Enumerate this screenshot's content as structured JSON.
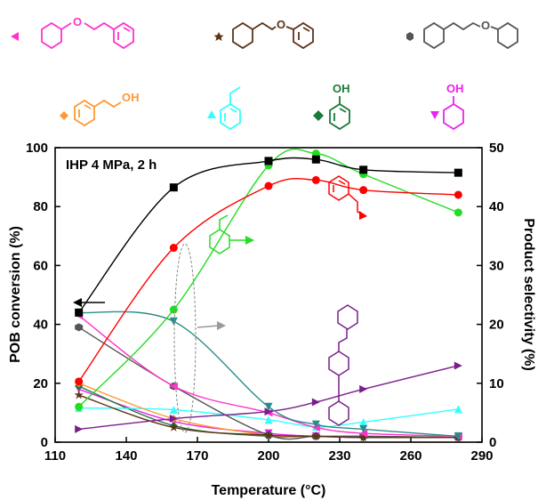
{
  "chart_data": {
    "type": "line",
    "annotation": "IHP 4 MPa, 2 h",
    "xlabel": "Temperature (°C)",
    "ylabel_left": "POB conversion (%)",
    "ylabel_right": "Product selectivity (%)",
    "xlim": [
      110,
      290
    ],
    "ylim_left": [
      0,
      100
    ],
    "ylim_right": [
      0,
      50
    ],
    "x_ticks": [
      110,
      140,
      170,
      200,
      230,
      260,
      290
    ],
    "y_ticks_left": [
      0,
      20,
      40,
      60,
      80,
      100
    ],
    "y_ticks_right": [
      0,
      10,
      20,
      30,
      40,
      50
    ],
    "grid": false,
    "legend_placement": "top",
    "series": [
      {
        "key": "conversion",
        "axis": "left",
        "color": "#000000",
        "marker": "square",
        "x": [
          120,
          160,
          200,
          220,
          240,
          280
        ],
        "y": [
          44,
          86.5,
          95.5,
          96,
          92.5,
          91.5
        ]
      },
      {
        "key": "cyclohexylethylbenzene",
        "axis": "right",
        "color": "#ff0000",
        "marker": "circle",
        "x": [
          120,
          160,
          200,
          220,
          240,
          280
        ],
        "y": [
          10.3,
          33,
          43.5,
          44.5,
          42.8,
          42
        ]
      },
      {
        "key": "ethylcyclohexane",
        "axis": "right",
        "color": "#22dd22",
        "marker": "circle",
        "x": [
          120,
          160,
          200,
          220,
          240,
          280
        ],
        "y": [
          6,
          22.5,
          47,
          49,
          45.5,
          39
        ]
      },
      {
        "key": "bicyclohexyl-ether",
        "axis": "right",
        "color": "#2e8b8b",
        "marker": "triangle-down",
        "x": [
          120,
          160,
          200,
          220,
          240,
          280
        ],
        "y": [
          22,
          20.5,
          6,
          3,
          2.2,
          1
        ]
      },
      {
        "key": "dicyclohexylethane",
        "axis": "right",
        "color": "#7a1f8a",
        "marker": "triangle-right",
        "x": [
          120,
          160,
          200,
          220,
          240,
          280
        ],
        "y": [
          2.2,
          4,
          5.2,
          6.8,
          9,
          13
        ]
      },
      {
        "key": "cyclohexyl-phenylethyl-ether",
        "axis": "right",
        "color": "#ff33cc",
        "marker": "triangle-left",
        "x": [
          120,
          160,
          200,
          220,
          240,
          280
        ],
        "y": [
          21.5,
          9.5,
          5,
          2.5,
          1.5,
          1
        ]
      },
      {
        "key": "cyclohexylethyl-phenyl-ether",
        "axis": "right",
        "color": "#5c3317",
        "marker": "star",
        "x": [
          120,
          160,
          200,
          220,
          240,
          280
        ],
        "y": [
          8,
          2.5,
          1.2,
          1,
          0.8,
          0.8
        ]
      },
      {
        "key": "cyclohexylethyl-cyclohexyl-ether",
        "axis": "right",
        "color": "#555555",
        "marker": "hexagon",
        "x": [
          120,
          160,
          200,
          220,
          240,
          280
        ],
        "y": [
          19.5,
          9.5,
          1.2,
          1,
          1,
          0.8
        ]
      },
      {
        "key": "phenylethanol",
        "axis": "right",
        "color": "#ff9933",
        "marker": "diamond",
        "x": [
          120,
          160,
          200,
          220,
          240,
          280
        ],
        "y": [
          10,
          4,
          1.2,
          1,
          1,
          0.8
        ]
      },
      {
        "key": "ethylbenzene",
        "axis": "right",
        "color": "#33ffff",
        "marker": "triangle-up",
        "x": [
          120,
          160,
          200,
          220,
          240,
          280
        ],
        "y": [
          5.8,
          5.5,
          3.8,
          2.6,
          3.4,
          5.6
        ]
      },
      {
        "key": "phenol",
        "axis": "right",
        "color": "#1a7a3a",
        "marker": "diamond",
        "x": [
          120,
          160,
          200,
          220,
          240,
          280
        ],
        "y": [
          9.5,
          2.8,
          1,
          1,
          0.8,
          0.8
        ]
      },
      {
        "key": "cyclohexanol",
        "axis": "right",
        "color": "#ee22ee",
        "marker": "triangle-down",
        "x": [
          120,
          160,
          200,
          220,
          240,
          280
        ],
        "y": [
          9,
          3.5,
          1.5,
          1,
          0.8,
          0.8
        ]
      }
    ],
    "legend_structures": [
      {
        "key": "cyclohexyl-phenylethyl-ether",
        "label": "O",
        "color": "#ff33cc"
      },
      {
        "key": "cyclohexylethyl-phenyl-ether",
        "label": "O",
        "color": "#5c3317"
      },
      {
        "key": "cyclohexylethyl-cyclohexyl-ether",
        "label": "O",
        "color": "#555555"
      },
      {
        "key": "phenylethanol",
        "label": "OH",
        "color": "#ff9933"
      },
      {
        "key": "ethylbenzene",
        "label": "",
        "color": "#33ffff"
      },
      {
        "key": "phenol",
        "label": "OH",
        "color": "#1a7a3a"
      },
      {
        "key": "cyclohexanol",
        "label": "OH",
        "color": "#ee22ee"
      }
    ]
  }
}
